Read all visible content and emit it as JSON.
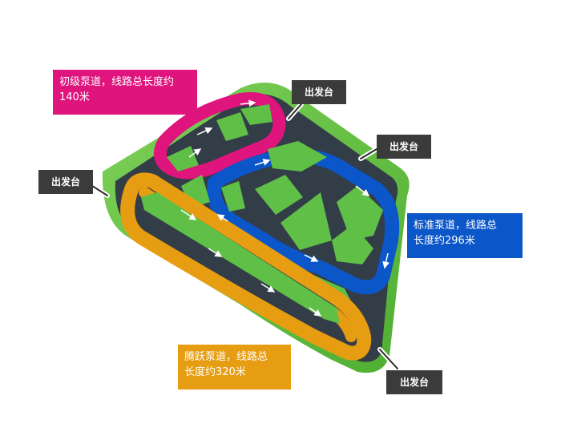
{
  "callouts": {
    "beginner": "初级泵道，线路总长度约\n140米",
    "standard": "标准泵道，线路总\n长度约296米",
    "advanced": "腾跃泵道，线路总\n长度约320米"
  },
  "start_label": "出发台",
  "colors": {
    "grass": "#62c43c",
    "asphalt": "#333d48",
    "beginner_track": "#e0147d",
    "standard_track": "#0b56c8",
    "advanced_track": "#e79d12",
    "island": "#5fbf46",
    "arrow": "#ffffff"
  },
  "legend_icons": [
    "arrow-icon"
  ]
}
